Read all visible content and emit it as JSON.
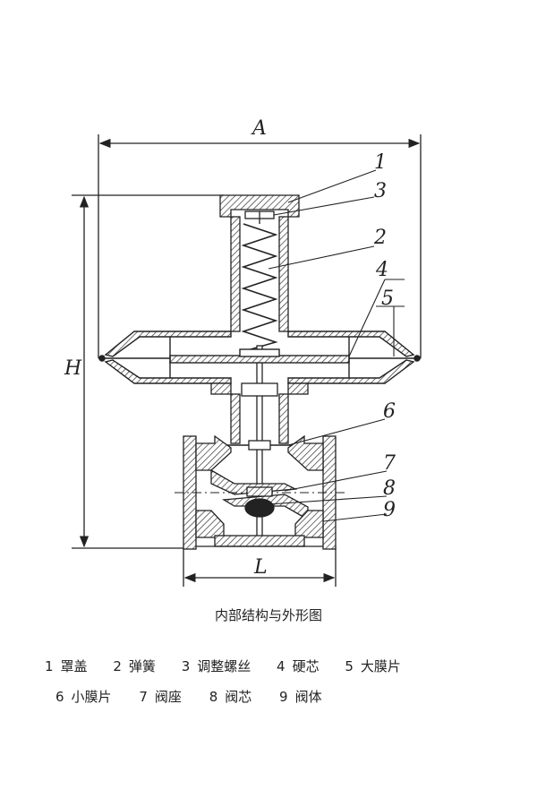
{
  "diagram": {
    "dimensions": {
      "width_label": "A",
      "height_label": "H",
      "length_label": "L"
    },
    "callouts": [
      "1",
      "3",
      "2",
      "4",
      "5",
      "6",
      "7",
      "8",
      "9"
    ],
    "caption": "内部结构与外形图",
    "legend_row1": [
      {
        "num": "1",
        "name": "罩盖"
      },
      {
        "num": "2",
        "name": "弹簧"
      },
      {
        "num": "3",
        "name": "调整螺丝"
      },
      {
        "num": "4",
        "name": "硬芯"
      },
      {
        "num": "5",
        "name": "大膜片"
      }
    ],
    "legend_row2": [
      {
        "num": "6",
        "name": "小膜片"
      },
      {
        "num": "7",
        "name": "阀座"
      },
      {
        "num": "8",
        "name": "阀芯"
      },
      {
        "num": "9",
        "name": "阀体"
      }
    ]
  }
}
